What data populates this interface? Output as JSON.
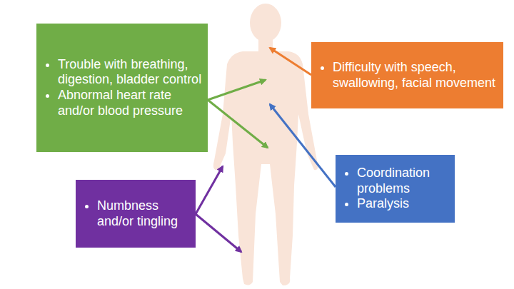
{
  "diagram": {
    "nodes": [
      {
        "text": [
          "Trouble with breathing, digestion, bladder control",
          "Abnormal heart rate and/or blood pressure"
        ]
      },
      {
        "text": [
          "Difficulty with speech, swallowing, facial movement"
        ]
      },
      {
        "text": [
          "Coordination problems",
          "Paralysis"
        ]
      },
      {
        "text": [
          "Numbness and/or tingling"
        ]
      }
    ]
  }
}
